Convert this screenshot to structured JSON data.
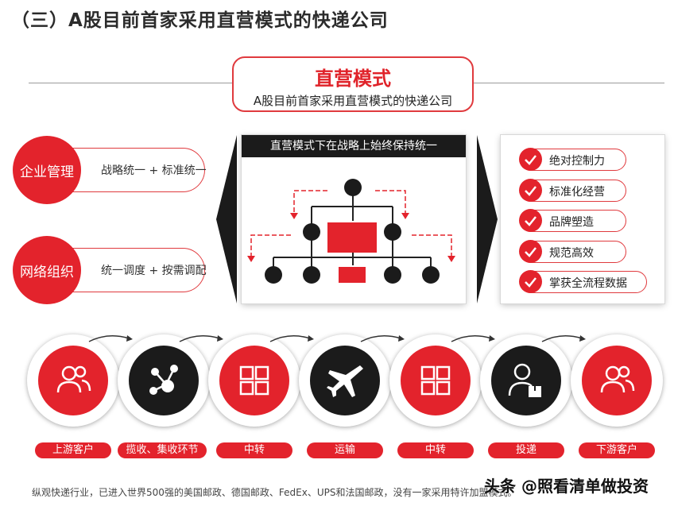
{
  "title": "（三）A股目前首家采用直营模式的快递公司",
  "center_box": {
    "heading": "直营模式",
    "subtitle": "A股目前首家采用直营模式的快递公司"
  },
  "left_items": [
    {
      "circle": "企业管理",
      "text": "战略统一 + 标准统一"
    },
    {
      "circle": "网络组织",
      "text": "统一调度 + 按需调配"
    }
  ],
  "org_panel": {
    "header": "直营模式下在战略上始终保持统一"
  },
  "advantages": [
    "绝对控制力",
    "标准化经营",
    "品牌塑造",
    "规范高效",
    "掌获全流程数据"
  ],
  "flow": [
    {
      "label": "上游客户",
      "icon": "users-icon",
      "style": "red"
    },
    {
      "label": "揽收、集收环节",
      "icon": "network-icon",
      "style": "dark"
    },
    {
      "label": "中转",
      "icon": "grid-icon",
      "style": "red"
    },
    {
      "label": "运输",
      "icon": "airplane-icon",
      "style": "dark"
    },
    {
      "label": "中转",
      "icon": "grid-icon",
      "style": "red"
    },
    {
      "label": "投递",
      "icon": "courier-icon",
      "style": "dark"
    },
    {
      "label": "下游客户",
      "icon": "users-icon",
      "style": "red"
    }
  ],
  "footnote": "纵观快递行业，已进入世界500强的美国邮政、德国邮政、FedEx、UPS和法国邮政，没有一家采用特许加盟模式。",
  "watermark": "头条 @照看清单做投资",
  "colors": {
    "accent": "#e3232c",
    "dark": "#1b1b1b"
  }
}
